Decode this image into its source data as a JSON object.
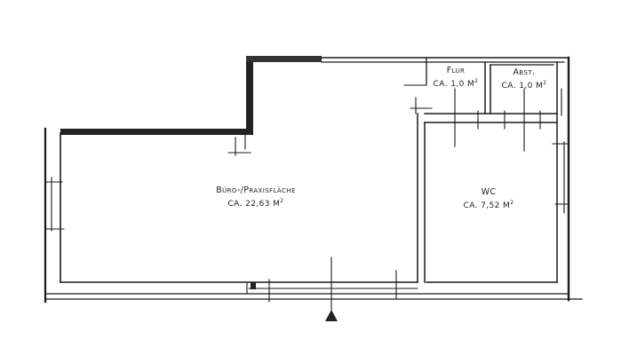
{
  "diagram": {
    "type": "floor_plan",
    "colors": {
      "wall": "#1a1a1a",
      "background": "#ffffff",
      "entrance_marker": "#1a1a1a"
    },
    "rooms": [
      {
        "id": "office",
        "name": "Büro-/Praxisfläche",
        "area_prefix": "ca. 22,63 m",
        "area_exp": "2"
      },
      {
        "id": "hall",
        "name": "Flur",
        "area_prefix": "ca. 1,0 m",
        "area_exp": "2"
      },
      {
        "id": "storage",
        "name": "Abst.",
        "area_prefix": "ca. 1,0 m",
        "area_exp": "2"
      },
      {
        "id": "wc",
        "name": "WC",
        "area_prefix": "ca. 7,52 m",
        "area_exp": "2"
      }
    ],
    "entrance": {
      "symbol": "triangle-up",
      "position": "bottom-center"
    }
  }
}
